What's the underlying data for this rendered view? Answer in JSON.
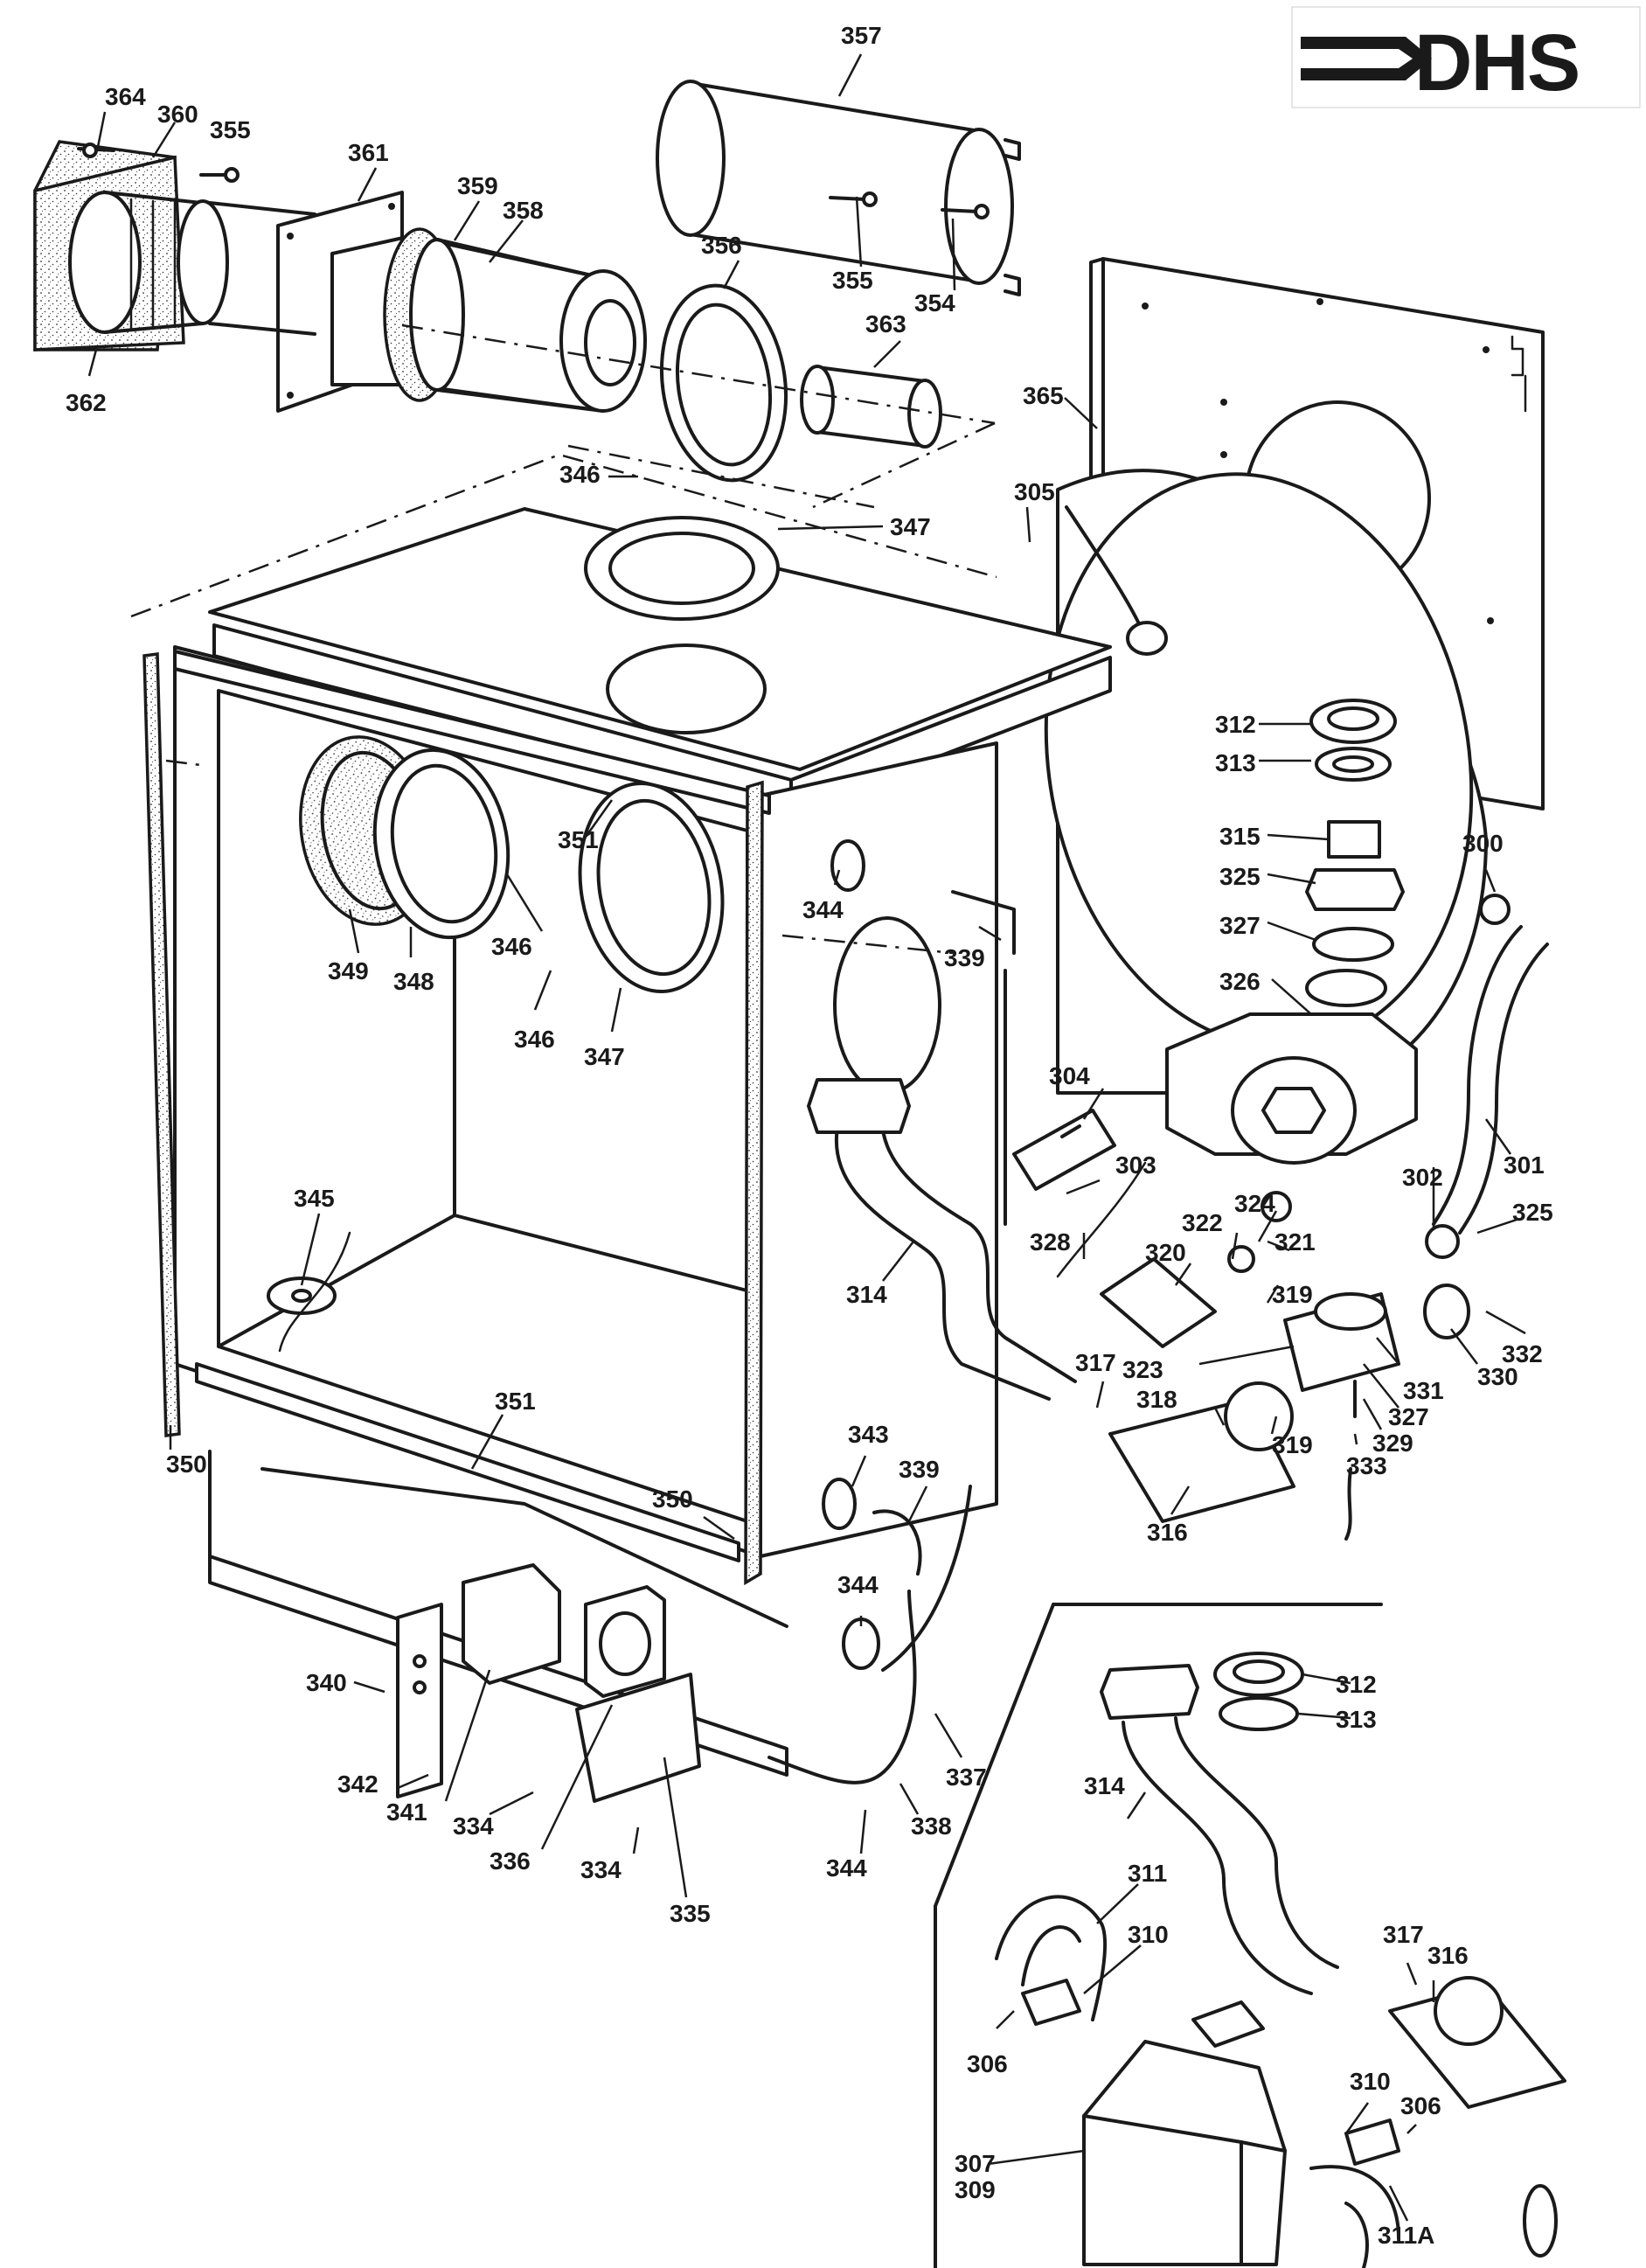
{
  "logo": {
    "text": "DHS"
  },
  "labels": [
    {
      "id": "357",
      "text": "357"
    },
    {
      "id": "364",
      "text": "364"
    },
    {
      "id": "360",
      "text": "360"
    },
    {
      "id": "355a",
      "text": "355"
    },
    {
      "id": "361",
      "text": "361"
    },
    {
      "id": "359",
      "text": "359"
    },
    {
      "id": "358",
      "text": "358"
    },
    {
      "id": "356",
      "text": "356"
    },
    {
      "id": "355b",
      "text": "355"
    },
    {
      "id": "354",
      "text": "354"
    },
    {
      "id": "363",
      "text": "363"
    },
    {
      "id": "362",
      "text": "362"
    },
    {
      "id": "365",
      "text": "365"
    },
    {
      "id": "346a",
      "text": "346"
    },
    {
      "id": "347a",
      "text": "347"
    },
    {
      "id": "305",
      "text": "305"
    },
    {
      "id": "312a",
      "text": "312"
    },
    {
      "id": "313a",
      "text": "313"
    },
    {
      "id": "315",
      "text": "315"
    },
    {
      "id": "325a",
      "text": "325"
    },
    {
      "id": "300",
      "text": "300"
    },
    {
      "id": "327a",
      "text": "327"
    },
    {
      "id": "351a",
      "text": "351"
    },
    {
      "id": "344a",
      "text": "344"
    },
    {
      "id": "339a",
      "text": "339"
    },
    {
      "id": "346b",
      "text": "346"
    },
    {
      "id": "349",
      "text": "349"
    },
    {
      "id": "348",
      "text": "348"
    },
    {
      "id": "346c",
      "text": "346"
    },
    {
      "id": "347b",
      "text": "347"
    },
    {
      "id": "326",
      "text": "326"
    },
    {
      "id": "304",
      "text": "304"
    },
    {
      "id": "303",
      "text": "303"
    },
    {
      "id": "302",
      "text": "302"
    },
    {
      "id": "301",
      "text": "301"
    },
    {
      "id": "324",
      "text": "324"
    },
    {
      "id": "325b",
      "text": "325"
    },
    {
      "id": "345",
      "text": "345"
    },
    {
      "id": "328",
      "text": "328"
    },
    {
      "id": "322",
      "text": "322"
    },
    {
      "id": "321",
      "text": "321"
    },
    {
      "id": "320",
      "text": "320"
    },
    {
      "id": "319a",
      "text": "319"
    },
    {
      "id": "314a",
      "text": "314"
    },
    {
      "id": "332",
      "text": "332"
    },
    {
      "id": "323",
      "text": "323"
    },
    {
      "id": "330",
      "text": "330"
    },
    {
      "id": "331",
      "text": "331"
    },
    {
      "id": "317a",
      "text": "317"
    },
    {
      "id": "327b",
      "text": "327"
    },
    {
      "id": "318",
      "text": "318"
    },
    {
      "id": "329",
      "text": "329"
    },
    {
      "id": "319b",
      "text": "319"
    },
    {
      "id": "333",
      "text": "333"
    },
    {
      "id": "351b",
      "text": "351"
    },
    {
      "id": "350a",
      "text": "350"
    },
    {
      "id": "343",
      "text": "343"
    },
    {
      "id": "339b",
      "text": "339"
    },
    {
      "id": "316a",
      "text": "316"
    },
    {
      "id": "350b",
      "text": "350"
    },
    {
      "id": "344b",
      "text": "344"
    },
    {
      "id": "340",
      "text": "340"
    },
    {
      "id": "342",
      "text": "342"
    },
    {
      "id": "341",
      "text": "341"
    },
    {
      "id": "334a",
      "text": "334"
    },
    {
      "id": "336",
      "text": "336"
    },
    {
      "id": "334b",
      "text": "334"
    },
    {
      "id": "335",
      "text": "335"
    },
    {
      "id": "337",
      "text": "337"
    },
    {
      "id": "338",
      "text": "338"
    },
    {
      "id": "344c",
      "text": "344"
    },
    {
      "id": "312b",
      "text": "312"
    },
    {
      "id": "313b",
      "text": "313"
    },
    {
      "id": "314b",
      "text": "314"
    },
    {
      "id": "311",
      "text": "311"
    },
    {
      "id": "310a",
      "text": "310"
    },
    {
      "id": "317b",
      "text": "317"
    },
    {
      "id": "316b",
      "text": "316"
    },
    {
      "id": "306a",
      "text": "306"
    },
    {
      "id": "310b",
      "text": "310"
    },
    {
      "id": "306b",
      "text": "306"
    },
    {
      "id": "307",
      "text": "307"
    },
    {
      "id": "309",
      "text": "309"
    },
    {
      "id": "311a",
      "text": "311A"
    }
  ]
}
